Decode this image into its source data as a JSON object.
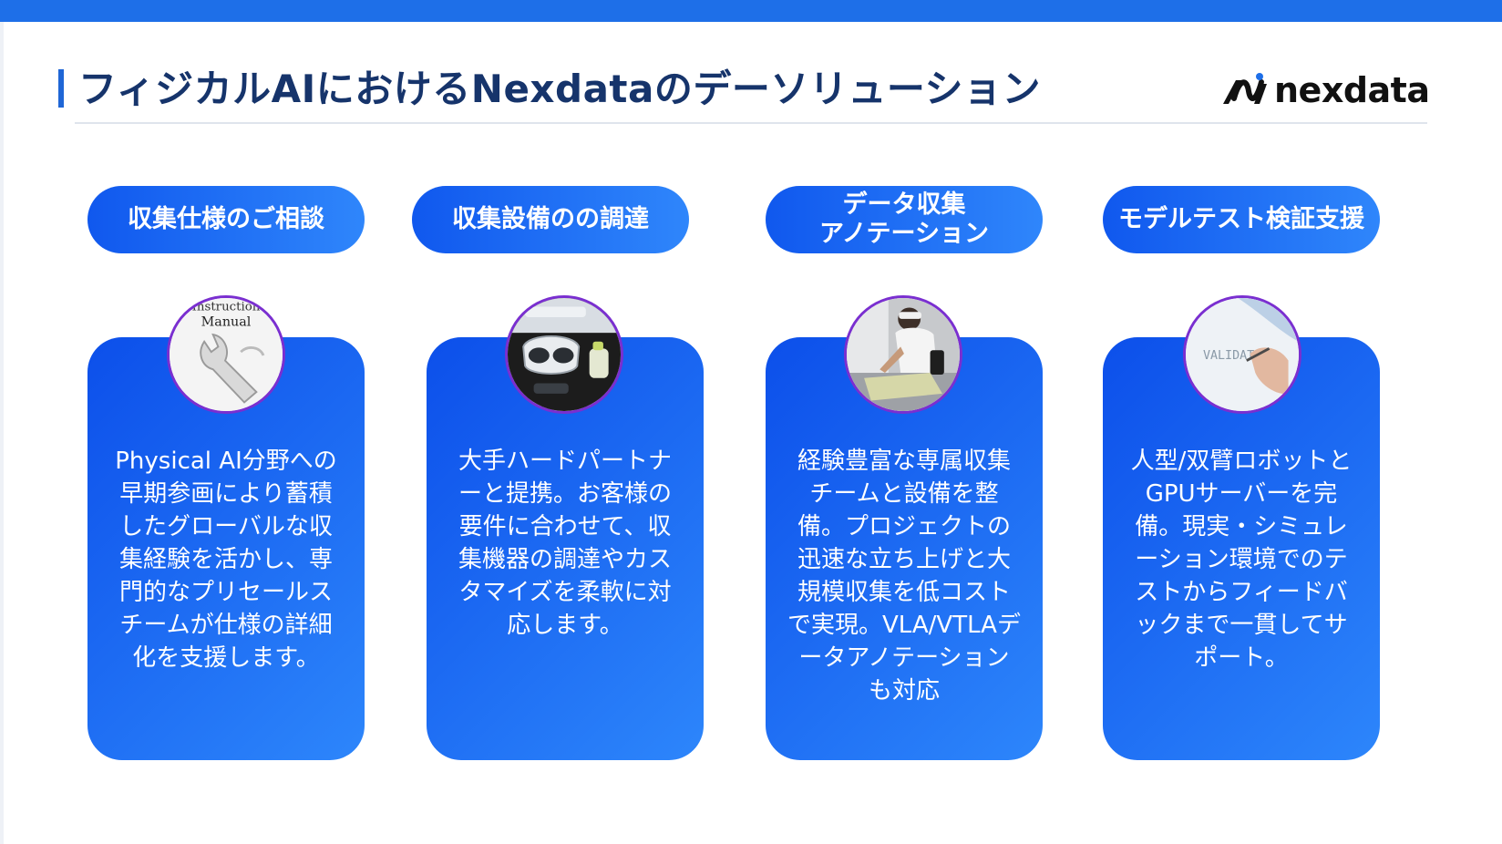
{
  "slide": {
    "title": "フィジカルAIにおけるNexdataのデーソリューション",
    "logo_text": "nexdata",
    "brand_color": "#1e6fe8",
    "title_color": "#16346b"
  },
  "services": [
    {
      "pill_label": "収集仕様のご相談",
      "icon": "instruction-manual-wrench-icon",
      "manual_line1": "Instruction",
      "manual_line2": "Manual",
      "text": "Physical AI分野への早期参画により蓄積したグローバルな収集経験を活かし、専門的なプリセールスチームが仕様の詳細化を支援します。"
    },
    {
      "pill_label": "収集設備のの調達",
      "icon": "vr-headset-equipment-icon",
      "text": "大手ハードパートナーと提携。お客様の要件に合わせて、収集機器の調達やカスタマイズを柔軟に対応します。"
    },
    {
      "pill_label_line1": "データ収集",
      "pill_label_line2": "アノテーション",
      "icon": "worker-with-headset-icon",
      "text": "経験豊富な専属収集チームと設備を整備。プロジェクトの迅速な立ち上げと大規模収集を低コストで実現。VLA/VTLAデータアノテーションも対応"
    },
    {
      "pill_label": "モデルテスト検証支援",
      "icon": "validation-writing-hand-icon",
      "photo_text": "VALIDATION",
      "text": "人型/双臂ロボットとGPUサーバーを完備。現実・シミュレーション環境でのテストからフィードバックまで一貫してサポート。"
    }
  ]
}
